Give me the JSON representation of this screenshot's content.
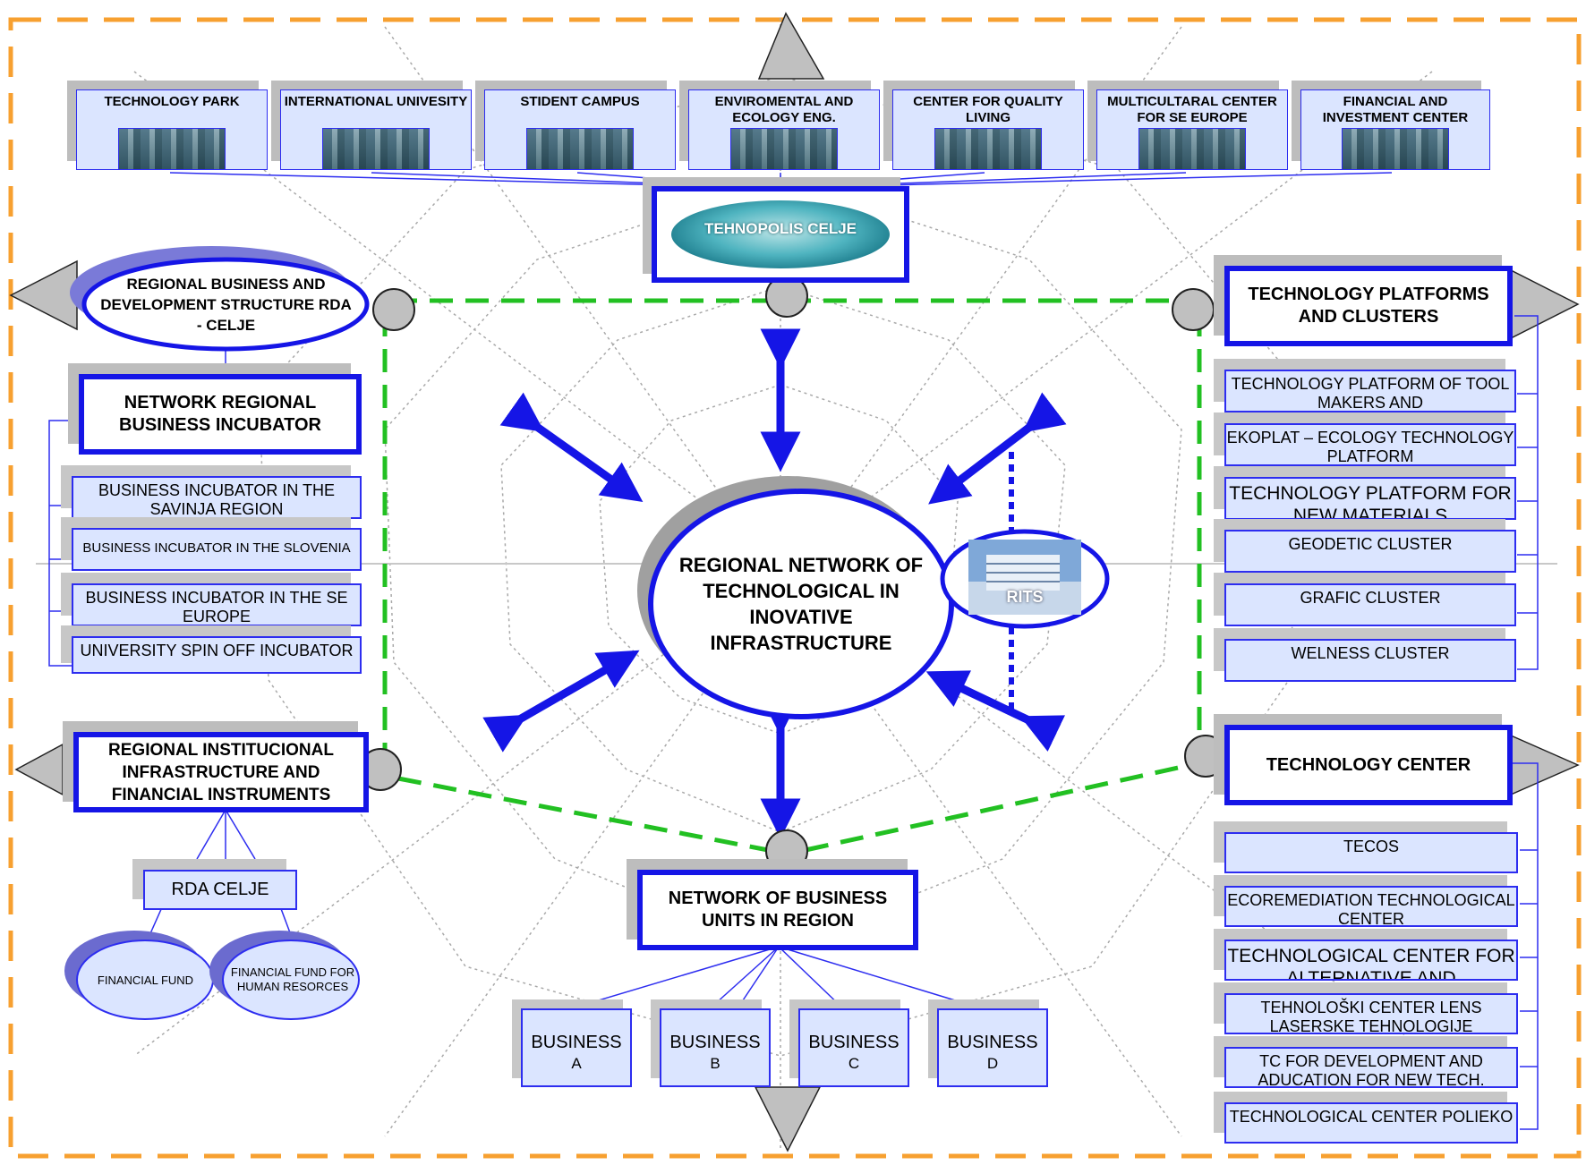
{
  "top_items": [
    {
      "label": "TECHNOLOGY PARK"
    },
    {
      "label": "INTERNATIONAL UNIVESITY"
    },
    {
      "label": "STIDENT CAMPUS"
    },
    {
      "label": "ENVIROMENTAL AND ECOLOGY ENG."
    },
    {
      "label": "CENTER FOR QUALITY LIVING"
    },
    {
      "label": "MULTICULTARAL CENTER FOR SE EUROPE"
    },
    {
      "label": "FINANCIAL AND INVESTMENT CENTER"
    }
  ],
  "tehnopolis": {
    "label": "TEHNOPOLIS CELJE"
  },
  "center": {
    "label": "REGIONAL NETWORK OF TECHNOLOGICAL IN INOVATIVE INFRASTRUCTURE"
  },
  "rits": {
    "label": "RITS"
  },
  "rda_structure": {
    "label": "REGIONAL BUSINESS AND DEVELOPMENT STRUCTURE RDA - CELJE"
  },
  "incubator": {
    "title": "NETWORK REGIONAL BUSINESS INCUBATOR",
    "items": [
      {
        "label": "BUSINESS INCUBATOR IN THE SAVINJA REGION"
      },
      {
        "label": "BUSINESS INCUBATOR IN THE SLOVENIA"
      },
      {
        "label": "BUSINESS INCUBATOR IN THE SE EUROPE"
      },
      {
        "label": "UNIVERSITY SPIN OFF INCUBATOR"
      }
    ]
  },
  "institutional": {
    "title": "REGIONAL INSTITUCIONAL INFRASTRUCTURE AND FINANCIAL INSTRUMENTS",
    "rda": "RDA  CELJE",
    "fund1": "FINANCIAL FUND",
    "fund2": "FINANCIAL FUND FOR HUMAN RESORCES"
  },
  "platforms": {
    "title": "TECHNOLOGY PLATFORMS AND CLUSTERS",
    "items": [
      {
        "label": "TECHNOLOGY PLATFORM OF TOOL MAKERS AND"
      },
      {
        "label": "EKOPLAT – ECOLOGY TECHNOLOGY PLATFORM"
      },
      {
        "label": "TECHNOLOGY PLATFORM FOR NEW MATERIALS"
      },
      {
        "label": "GEODETIC CLUSTER"
      },
      {
        "label": "GRAFIC CLUSTER"
      },
      {
        "label": "WELNESS CLUSTER"
      }
    ]
  },
  "tech_center": {
    "title": "TECHNOLOGY CENTER",
    "items": [
      {
        "label": "TECOS"
      },
      {
        "label": "ECOREMEDIATION TECHNOLOGICAL CENTER"
      },
      {
        "label": "TECHNOLOGICAL CENTER FOR ALTERNATIVE AND"
      },
      {
        "label": "TEHNOLOŠKI CENTER LENS LASERSKE TEHNOLOGIJE"
      },
      {
        "label": "TC FOR DEVELOPMENT AND ADUCATION FOR NEW TECH."
      },
      {
        "label": "TECHNOLOGICAL CENTER POLIEKO"
      }
    ]
  },
  "business_network": {
    "title": "NETWORK OF  BUSINESS UNITS IN REGION",
    "units": [
      {
        "name": "BUSINESS",
        "letter": "A"
      },
      {
        "name": "BUSINESS",
        "letter": "B"
      },
      {
        "name": "BUSINESS",
        "letter": "C"
      },
      {
        "name": "BUSINESS",
        "letter": "D"
      }
    ]
  },
  "colors": {
    "frame": "#f7a030",
    "accent_blue": "#1515e6",
    "box_fill": "#dbe5ff",
    "green_dash": "#22c022",
    "node_gray": "#c0c0c0"
  }
}
